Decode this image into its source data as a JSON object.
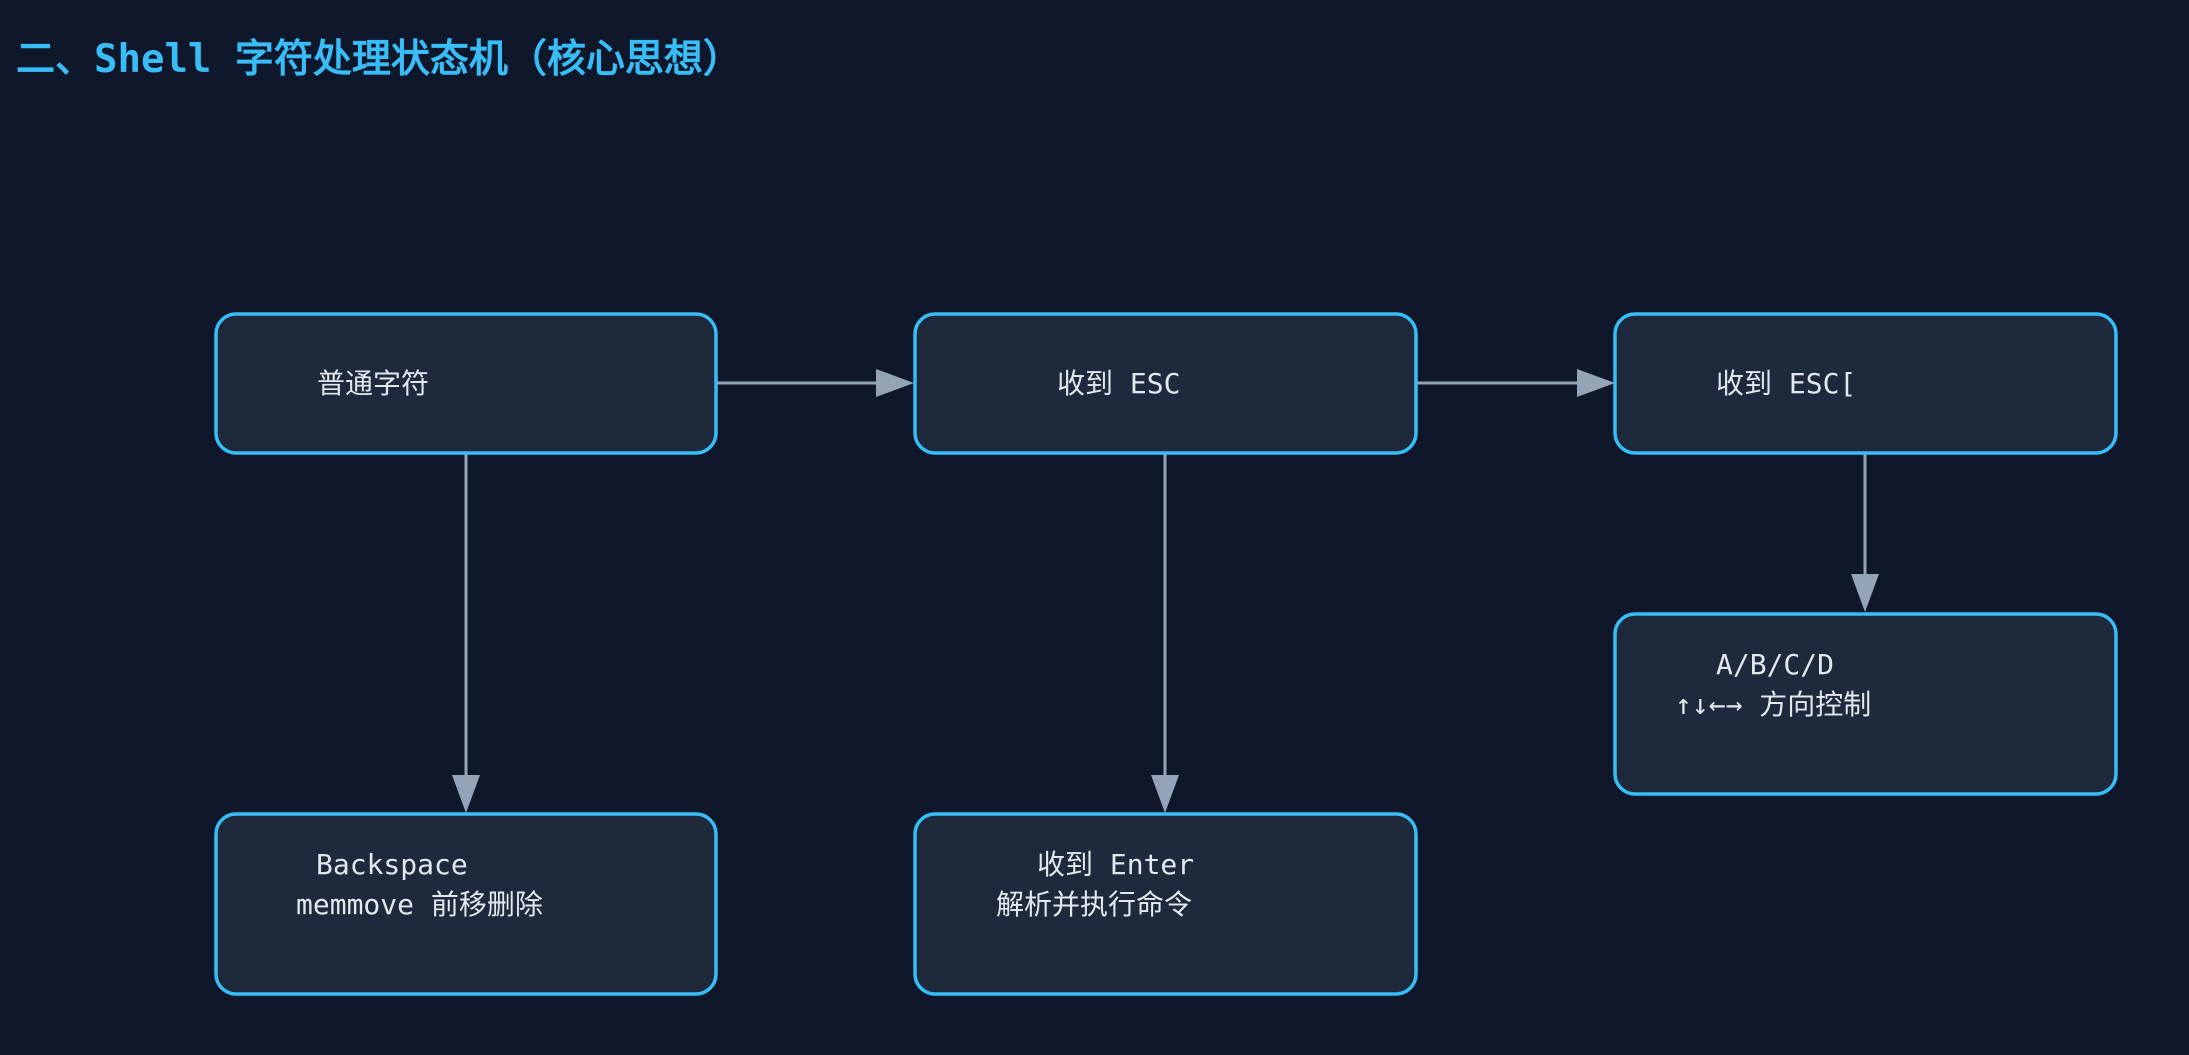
{
  "title": "二、Shell 字符处理状态机（核心思想）",
  "colors": {
    "background": "#0f172a",
    "node_fill": "#1e293b",
    "node_border": "#38bdf8",
    "edge": "#94a3b8",
    "title": "#38bdf8",
    "text": "#e2e8f0"
  },
  "nodes": {
    "normal": {
      "line1": "普通字符"
    },
    "esc": {
      "line1": "收到 ESC"
    },
    "esc_bracket": {
      "line1": "收到 ESC["
    },
    "arrow_keys": {
      "line1": "A/B/C/D",
      "line2": "↑↓←→ 方向控制"
    },
    "backspace": {
      "line1": "Backspace",
      "line2": "memmove 前移删除"
    },
    "enter": {
      "line1": "收到 Enter",
      "line2": "解析并执行命令"
    }
  },
  "edges": [
    {
      "from": "normal",
      "to": "esc"
    },
    {
      "from": "esc",
      "to": "esc_bracket"
    },
    {
      "from": "esc_bracket",
      "to": "arrow_keys"
    },
    {
      "from": "normal",
      "to": "backspace"
    },
    {
      "from": "esc",
      "to": "enter"
    }
  ]
}
